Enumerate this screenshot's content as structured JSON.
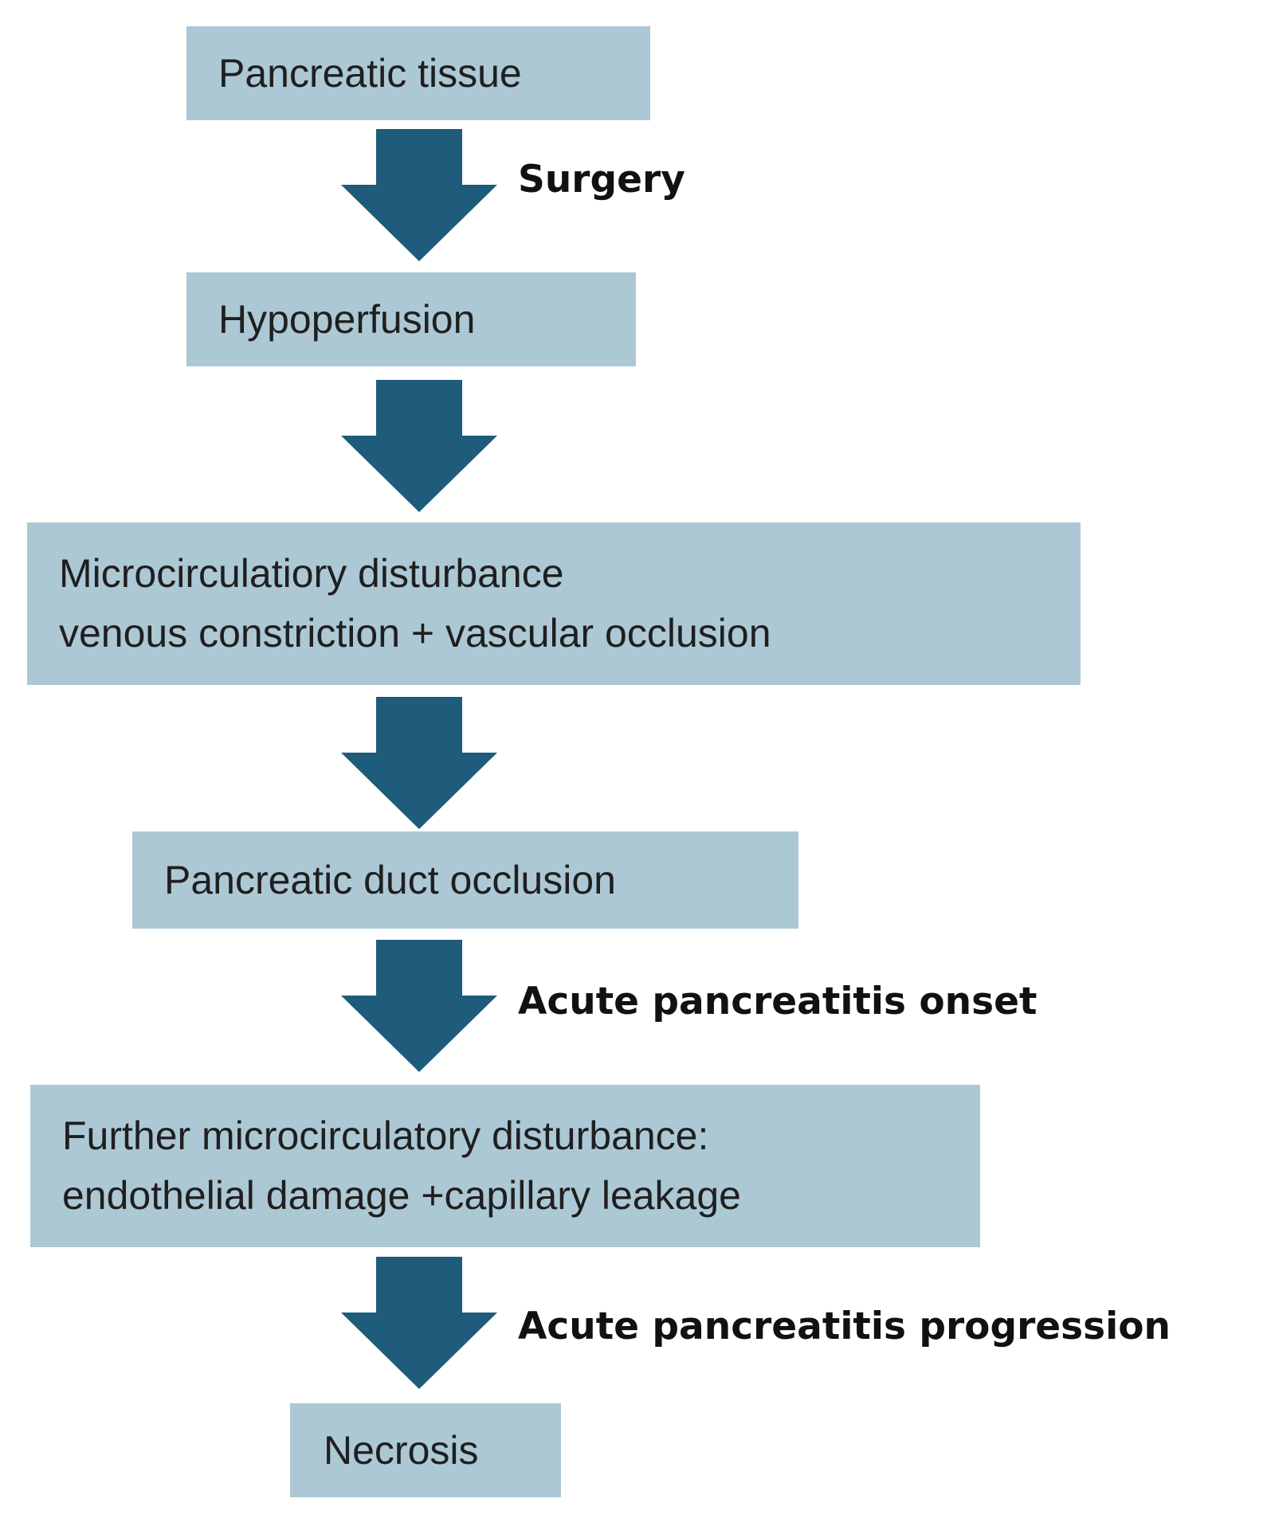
{
  "colors": {
    "box_fill": "#adc8d5",
    "arrow_fill": "#1f5b7b",
    "text": "#1f1f1f"
  },
  "nodes": {
    "pancreatic_tissue": {
      "lines": [
        "Pancreatic tissue"
      ]
    },
    "hypoperfusion": {
      "lines": [
        "Hypoperfusion"
      ]
    },
    "microcirculatory": {
      "lines": [
        "Microcirculatiory disturbance",
        "venous constriction + vascular occlusion"
      ]
    },
    "duct_occlusion": {
      "lines": [
        "Pancreatic duct occlusion"
      ]
    },
    "further_micro": {
      "lines": [
        "Further microcirculatory disturbance:",
        "endothelial damage +capillary leakage"
      ]
    },
    "necrosis": {
      "lines": [
        "Necrosis"
      ]
    }
  },
  "edge_labels": {
    "surgery": "Surgery",
    "onset": "Acute pancreatitis onset",
    "progression": "Acute pancreatitis progression"
  }
}
